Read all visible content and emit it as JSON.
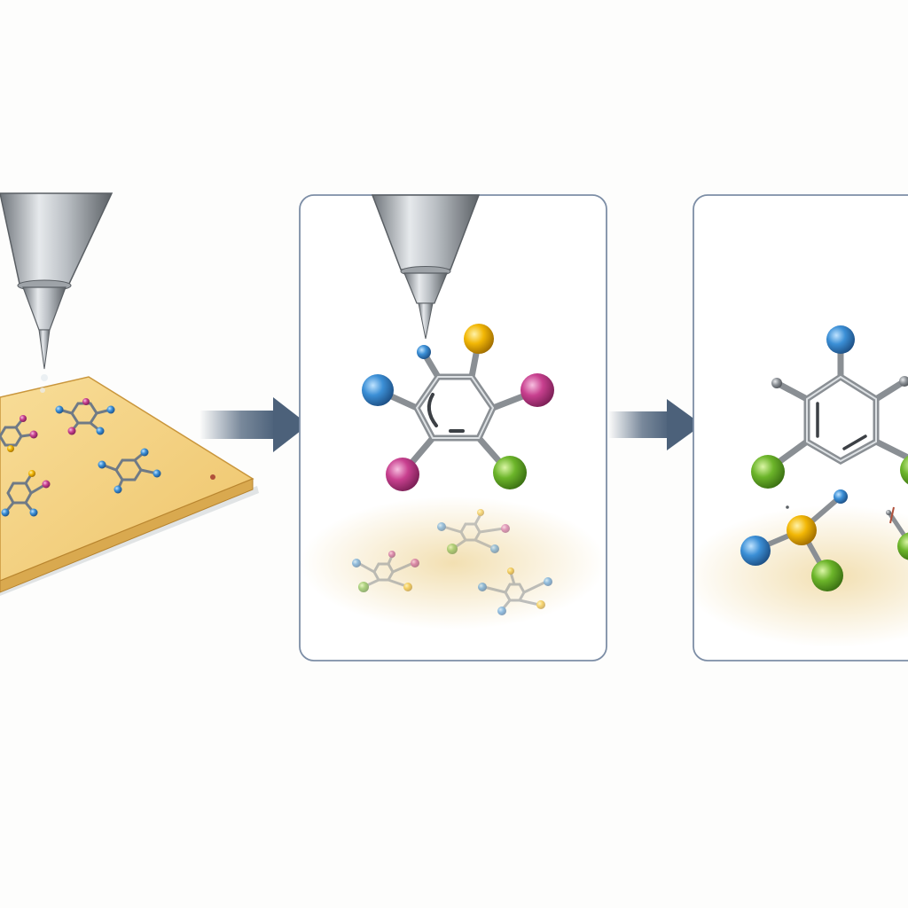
{
  "colors": {
    "background": "#fdfdfc",
    "panel_border": "#7d8ea6",
    "arrow": "#4c617a",
    "substrate_top": "#f2cf7c",
    "substrate_edge": "#d9a94f",
    "tip": "#9aa0a6",
    "bond": "#8a8f94",
    "atom_blue": "#3b8fd6",
    "atom_yellow": "#f2b705",
    "atom_magenta": "#c8408f",
    "atom_green": "#6cb52a"
  },
  "steps": [
    {
      "stage": "substrate-with-adsorbed-molecules",
      "icons": [
        "stm-tip-icon",
        "substrate-icon",
        "molecule-icon"
      ]
    },
    {
      "stage": "tip-manipulates-single-molecule",
      "icons": [
        "stm-tip-icon",
        "molecule-icon"
      ]
    },
    {
      "stage": "molecule-fragmented",
      "icons": [
        "molecule-icon",
        "fragment-icon"
      ]
    }
  ]
}
